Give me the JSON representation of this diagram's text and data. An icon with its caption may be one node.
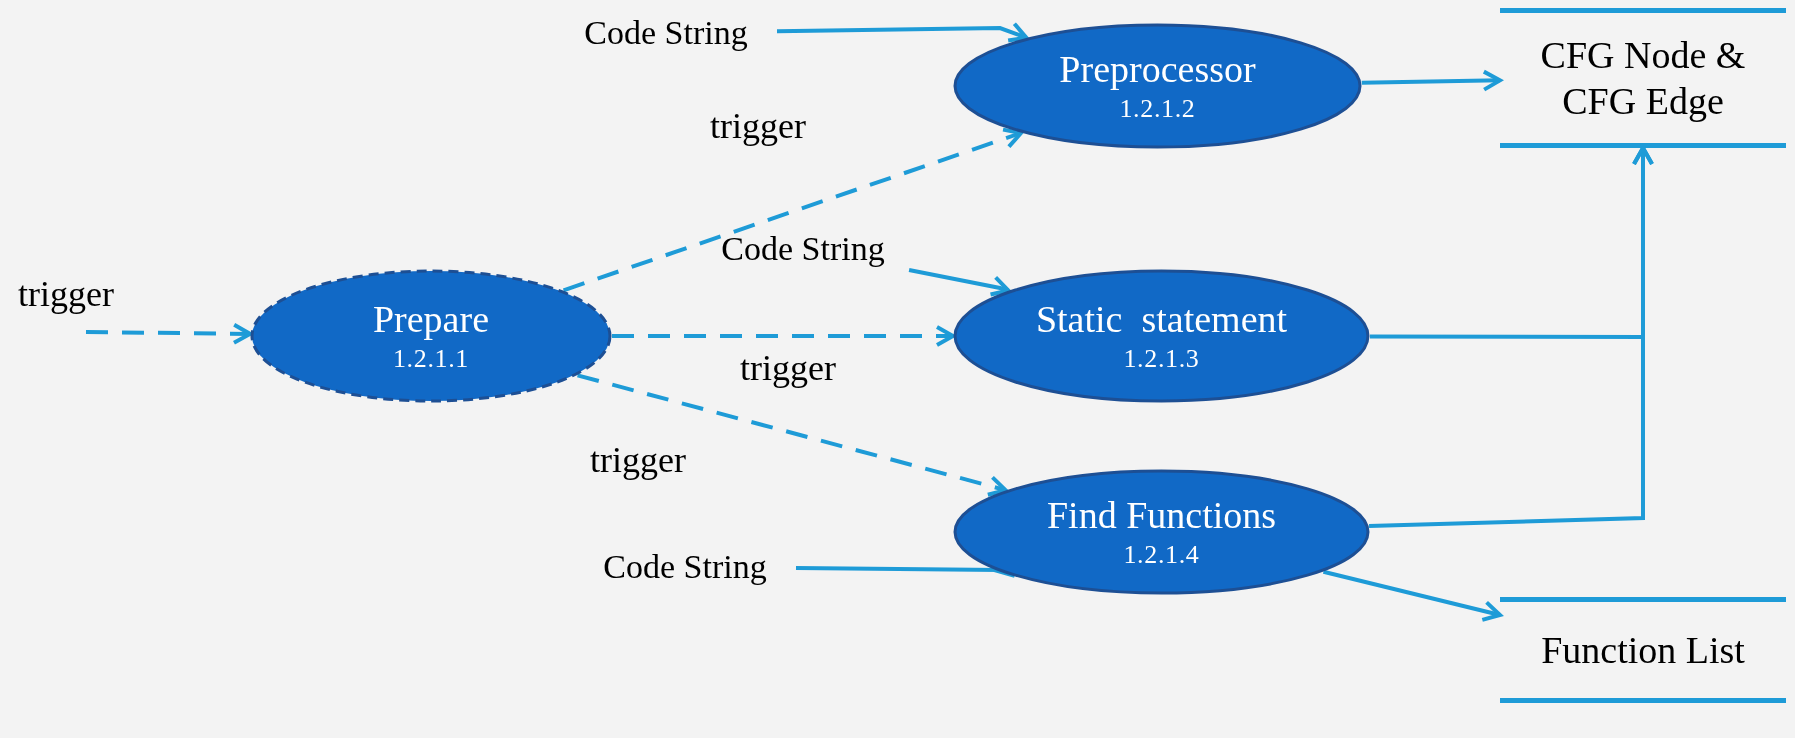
{
  "diagram": {
    "nodes": [
      {
        "text": [
          "Prepare",
          "1.2.1.1"
        ]
      },
      {
        "text": [
          "Preprocessor",
          "1.2.1.2"
        ]
      },
      {
        "text": [
          "Static  statement",
          "1.2.1.3"
        ]
      },
      {
        "text": [
          "Find Functions",
          "1.2.1.4"
        ]
      },
      {
        "text": [
          "CFG Node & CFG Edge"
        ]
      },
      {
        "text": [
          "Function List"
        ]
      },
      {
        "text": [
          "Code String"
        ]
      },
      {
        "text": [
          "Code String"
        ]
      },
      {
        "text": [
          "Code String"
        ]
      }
    ],
    "edges": [
      {
        "from": null,
        "to": 0,
        "arrow": "to",
        "label": "trigger",
        "style": "dashed"
      },
      {
        "from": 0,
        "to": 1,
        "arrow": "to",
        "label": "trigger",
        "style": "dashed"
      },
      {
        "from": 0,
        "to": 2,
        "arrow": "to",
        "label": "trigger",
        "style": "dashed"
      },
      {
        "from": 0,
        "to": 3,
        "arrow": "to",
        "label": "trigger",
        "style": "dashed"
      },
      {
        "from": 6,
        "to": 1,
        "arrow": "to"
      },
      {
        "from": 7,
        "to": 2,
        "arrow": "to"
      },
      {
        "from": 8,
        "to": 3,
        "arrow": "to"
      },
      {
        "from": 1,
        "to": 4,
        "arrow": "to"
      },
      {
        "from": 2,
        "to": 4,
        "arrow": "to"
      },
      {
        "from": 3,
        "to": 4,
        "arrow": "to"
      },
      {
        "from": 3,
        "to": 5,
        "arrow": "to"
      }
    ]
  }
}
